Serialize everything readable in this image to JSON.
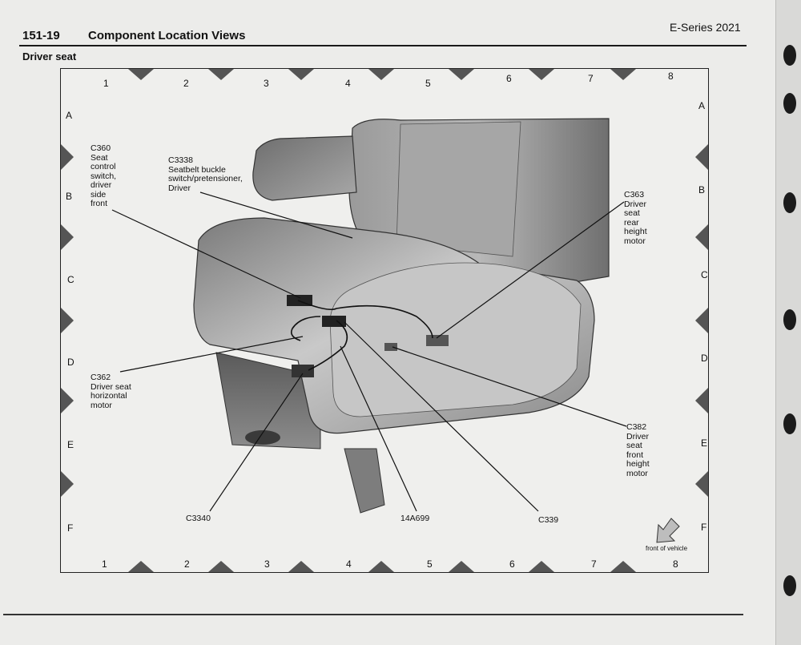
{
  "header": {
    "section_number": "151-19",
    "title": "Component Location Views",
    "model": "E-Series 2021"
  },
  "section_title": "Driver seat",
  "grid": {
    "columns": [
      "1",
      "2",
      "3",
      "4",
      "5",
      "6",
      "7",
      "8"
    ],
    "rows": [
      "A",
      "B",
      "C",
      "D",
      "E",
      "F"
    ]
  },
  "callouts": {
    "c360": [
      "C360",
      "Seat",
      "control",
      "switch,",
      "driver",
      "side",
      "front"
    ],
    "c3338": [
      "C3338",
      "Seatbelt buckle",
      "switch/pretensioner,",
      "Driver"
    ],
    "c363": [
      "C363",
      "Driver",
      "seat",
      "rear",
      "height",
      "motor"
    ],
    "c362": [
      "C362",
      "Driver seat",
      "horizontal",
      "motor"
    ],
    "c382": [
      "C382",
      "Driver",
      "seat",
      "front",
      "height",
      "motor"
    ],
    "c3340": "C3340",
    "w14a699": "14A699",
    "c339": "C339"
  },
  "orientation": {
    "label": "front of vehicle",
    "icon": "arrow-down-left-icon"
  },
  "colors": {
    "page": "#ececea",
    "ink": "#111111",
    "arrow_fill": "#bdbdbd",
    "triangle": "#555555"
  }
}
